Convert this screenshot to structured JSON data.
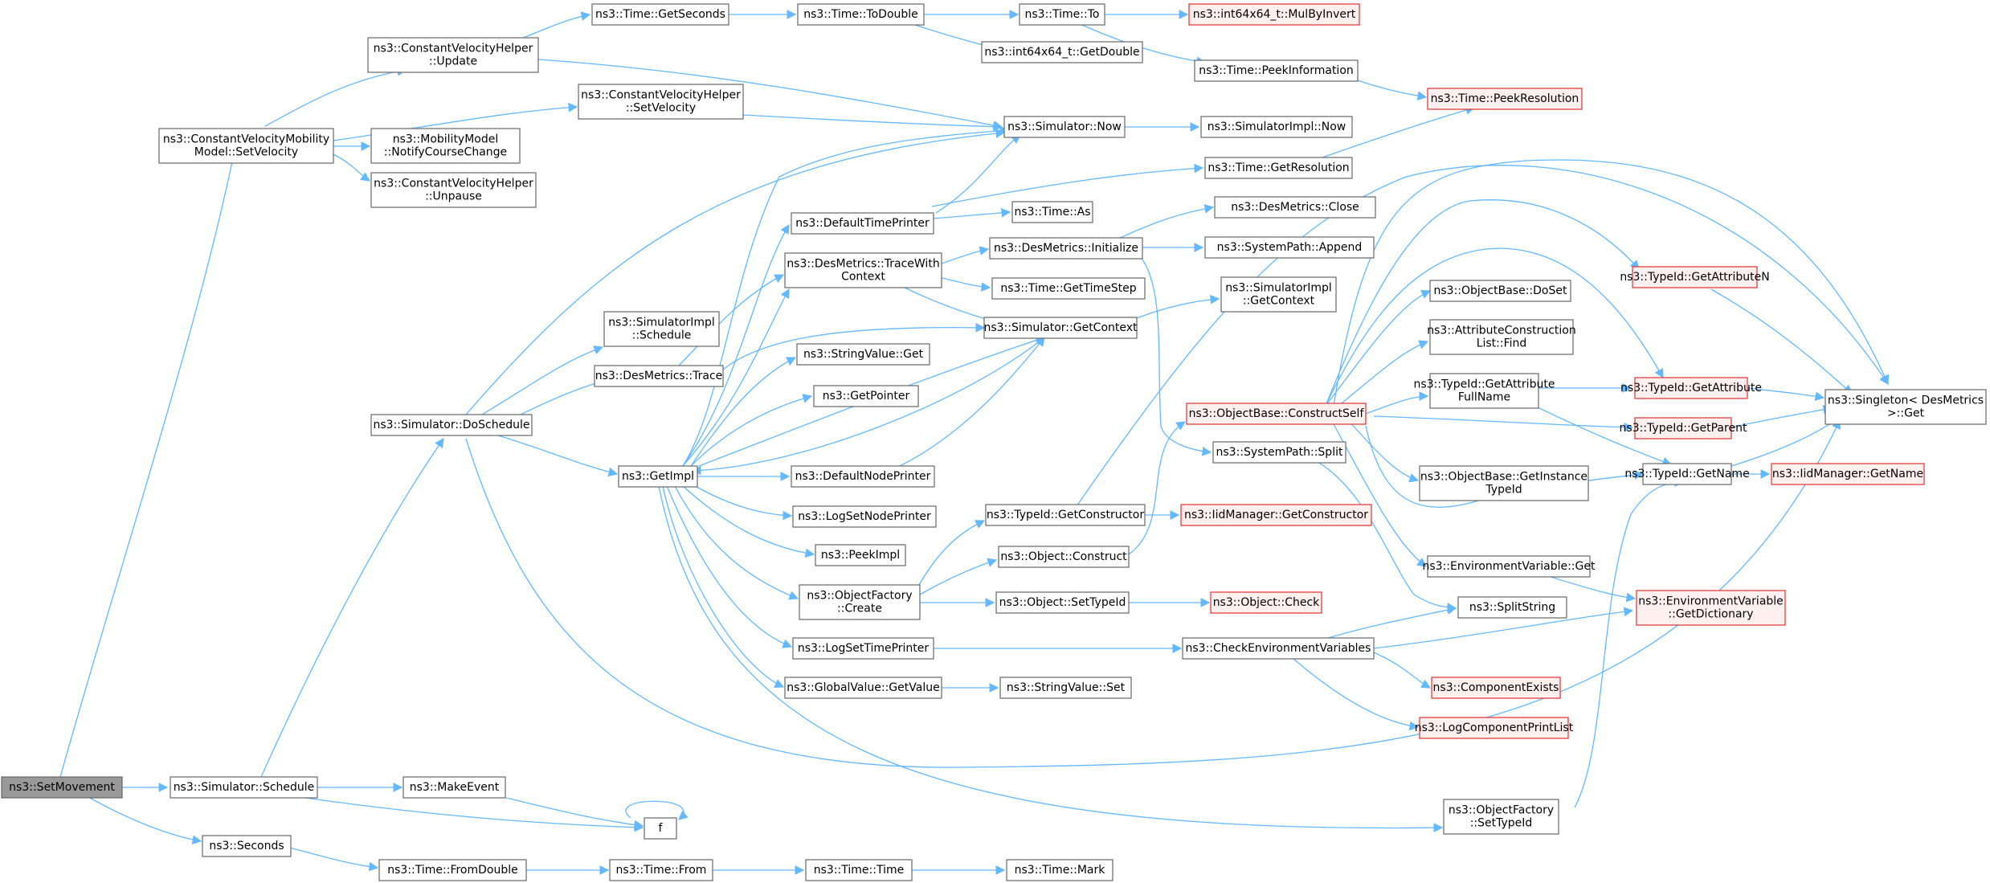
{
  "colors": {
    "edge": "#63b8ff",
    "node_border": "#666666",
    "truncated_border": "#e03030",
    "root_fill": "#999999"
  },
  "nodes": [
    {
      "id": "SetMovement",
      "lines": [
        "ns3::SetMovement"
      ],
      "root": true
    },
    {
      "id": "CVMSetVelocity",
      "lines": [
        "ns3::ConstantVelocityMobility",
        "Model::SetVelocity"
      ]
    },
    {
      "id": "SimSchedule",
      "lines": [
        "ns3::Simulator::Schedule"
      ]
    },
    {
      "id": "Seconds",
      "lines": [
        "ns3::Seconds"
      ]
    },
    {
      "id": "CVHUpdate",
      "lines": [
        "ns3::ConstantVelocityHelper",
        "::Update"
      ]
    },
    {
      "id": "CVHSetVelocity",
      "lines": [
        "ns3::ConstantVelocityHelper",
        "::SetVelocity"
      ]
    },
    {
      "id": "MMNotify",
      "lines": [
        "ns3::MobilityModel",
        "::NotifyCourseChange"
      ]
    },
    {
      "id": "CVHUnpause",
      "lines": [
        "ns3::ConstantVelocityHelper",
        "::Unpause"
      ]
    },
    {
      "id": "DoSchedule",
      "lines": [
        "ns3::Simulator::DoSchedule"
      ]
    },
    {
      "id": "MakeEvent",
      "lines": [
        "ns3::MakeEvent"
      ]
    },
    {
      "id": "f",
      "lines": [
        "f"
      ]
    },
    {
      "id": "FromDouble",
      "lines": [
        "ns3::Time::FromDouble"
      ]
    },
    {
      "id": "GetSeconds",
      "lines": [
        "ns3::Time::GetSeconds"
      ]
    },
    {
      "id": "ToDouble",
      "lines": [
        "ns3::Time::ToDouble"
      ]
    },
    {
      "id": "TimeTo",
      "lines": [
        "ns3::Time::To"
      ]
    },
    {
      "id": "MulByInvert",
      "lines": [
        "ns3::int64x64_t::MulByInvert"
      ],
      "red": true
    },
    {
      "id": "GetDouble",
      "lines": [
        "ns3::int64x64_t::GetDouble"
      ]
    },
    {
      "id": "PeekInfo",
      "lines": [
        "ns3::Time::PeekInformation"
      ]
    },
    {
      "id": "PeekRes",
      "lines": [
        "ns3::Time::PeekResolution"
      ],
      "red": true
    },
    {
      "id": "SimNow",
      "lines": [
        "ns3::Simulator::Now"
      ]
    },
    {
      "id": "SimImplNow",
      "lines": [
        "ns3::SimulatorImpl::Now"
      ]
    },
    {
      "id": "GetResolution",
      "lines": [
        "ns3::Time::GetResolution"
      ]
    },
    {
      "id": "DefTimePrinter",
      "lines": [
        "ns3::DefaultTimePrinter"
      ]
    },
    {
      "id": "TimeAs",
      "lines": [
        "ns3::Time::As"
      ]
    },
    {
      "id": "DesClose",
      "lines": [
        "ns3::DesMetrics::Close"
      ]
    },
    {
      "id": "DesInit",
      "lines": [
        "ns3::DesMetrics::Initialize"
      ]
    },
    {
      "id": "SysAppend",
      "lines": [
        "ns3::SystemPath::Append"
      ]
    },
    {
      "id": "TraceWithCtx",
      "lines": [
        "ns3::DesMetrics::TraceWith",
        "Context"
      ]
    },
    {
      "id": "GetTimeStep",
      "lines": [
        "ns3::Time::GetTimeStep"
      ]
    },
    {
      "id": "SimImplSchedule",
      "lines": [
        "ns3::SimulatorImpl",
        "::Schedule"
      ]
    },
    {
      "id": "DesTrace",
      "lines": [
        "ns3::DesMetrics::Trace"
      ]
    },
    {
      "id": "SimGetContext",
      "lines": [
        "ns3::Simulator::GetContext"
      ]
    },
    {
      "id": "SimImplGetContext",
      "lines": [
        "ns3::SimulatorImpl",
        "::GetContext"
      ]
    },
    {
      "id": "StringValueGet",
      "lines": [
        "ns3::StringValue::Get"
      ]
    },
    {
      "id": "GetPointer",
      "lines": [
        "ns3::GetPointer"
      ]
    },
    {
      "id": "GetImpl",
      "lines": [
        "ns3::GetImpl"
      ]
    },
    {
      "id": "DefNodePrinter",
      "lines": [
        "ns3::DefaultNodePrinter"
      ]
    },
    {
      "id": "LogSetNodePrinter",
      "lines": [
        "ns3::LogSetNodePrinter"
      ]
    },
    {
      "id": "PeekImpl",
      "lines": [
        "ns3::PeekImpl"
      ]
    },
    {
      "id": "OFCreate",
      "lines": [
        "ns3::ObjectFactory",
        "::Create"
      ]
    },
    {
      "id": "LogSetTimePrinter",
      "lines": [
        "ns3::LogSetTimePrinter"
      ]
    },
    {
      "id": "GVGetValue",
      "lines": [
        "ns3::GlobalValue::GetValue"
      ]
    },
    {
      "id": "StringValueSet",
      "lines": [
        "ns3::StringValue::Set"
      ]
    },
    {
      "id": "TIdGetConstructor",
      "lines": [
        "ns3::TypeId::GetConstructor"
      ]
    },
    {
      "id": "IidGetConstructor",
      "lines": [
        "ns3::IidManager::GetConstructor"
      ],
      "red": true
    },
    {
      "id": "ObjConstruct",
      "lines": [
        "ns3::Object::Construct"
      ]
    },
    {
      "id": "ObjSetTypeId",
      "lines": [
        "ns3::Object::SetTypeId"
      ]
    },
    {
      "id": "ObjCheck",
      "lines": [
        "ns3::Object::Check"
      ],
      "red": true
    },
    {
      "id": "ConstructSelf",
      "lines": [
        "ns3::ObjectBase::ConstructSelf"
      ],
      "red": true
    },
    {
      "id": "SysSplit",
      "lines": [
        "ns3::SystemPath::Split"
      ]
    },
    {
      "id": "CheckEnvVars",
      "lines": [
        "ns3::CheckEnvironmentVariables"
      ]
    },
    {
      "id": "ObjBaseDoSet",
      "lines": [
        "ns3::ObjectBase::DoSet"
      ]
    },
    {
      "id": "ACLFind",
      "lines": [
        "ns3::AttributeConstruction",
        "List::Find"
      ]
    },
    {
      "id": "TIdGetAttrFullName",
      "lines": [
        "ns3::TypeId::GetAttribute",
        "FullName"
      ]
    },
    {
      "id": "ObjBaseGetInstTId",
      "lines": [
        "ns3::ObjectBase::GetInstance",
        "TypeId"
      ]
    },
    {
      "id": "EnvVarGet",
      "lines": [
        "ns3::EnvironmentVariable::Get"
      ]
    },
    {
      "id": "SplitString",
      "lines": [
        "ns3::SplitString"
      ]
    },
    {
      "id": "ComponentExists",
      "lines": [
        "ns3::ComponentExists"
      ],
      "red": true
    },
    {
      "id": "LogCompPrintList",
      "lines": [
        "ns3::LogComponentPrintList"
      ],
      "red": true
    },
    {
      "id": "OFSetTypeId",
      "lines": [
        "ns3::ObjectFactory",
        "::SetTypeId"
      ]
    },
    {
      "id": "TIdGetAttributeN",
      "lines": [
        "ns3::TypeId::GetAttributeN"
      ],
      "red": true
    },
    {
      "id": "TIdGetAttribute",
      "lines": [
        "ns3::TypeId::GetAttribute"
      ],
      "red": true
    },
    {
      "id": "TIdGetParent",
      "lines": [
        "ns3::TypeId::GetParent"
      ],
      "red": true
    },
    {
      "id": "TIdGetName",
      "lines": [
        "ns3::TypeId::GetName"
      ]
    },
    {
      "id": "EnvGetDictionary",
      "lines": [
        "ns3::EnvironmentVariable",
        "::GetDictionary"
      ],
      "red": true
    },
    {
      "id": "SingletonGet",
      "lines": [
        "ns3::Singleton< DesMetrics",
        ">::Get"
      ]
    },
    {
      "id": "IidGetName",
      "lines": [
        "ns3::IidManager::GetName"
      ],
      "red": true
    },
    {
      "id": "TimeFrom",
      "lines": [
        "ns3::Time::From"
      ]
    },
    {
      "id": "TimeTime",
      "lines": [
        "ns3::Time::Time"
      ]
    },
    {
      "id": "TimeMark",
      "lines": [
        "ns3::Time::Mark"
      ]
    }
  ]
}
